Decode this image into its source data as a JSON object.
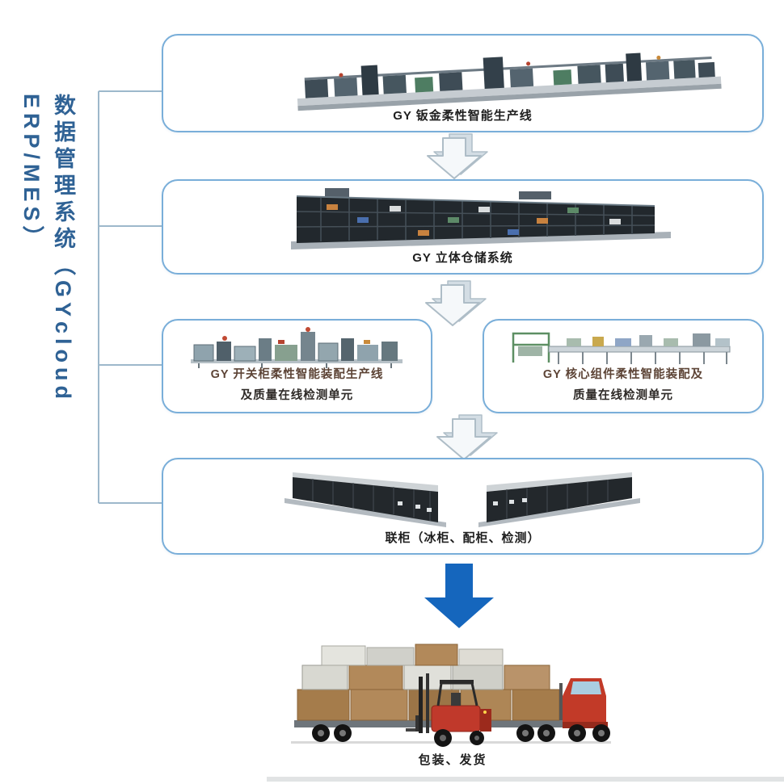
{
  "sidebar": {
    "title": "数据管理系统（GYcloud ERP/MES）"
  },
  "flow": {
    "box1": {
      "label": "GY 钣金柔性智能生产线"
    },
    "box2": {
      "label": "GY 立体仓储系统"
    },
    "box3": {
      "line1": "GY 开关柜柔性智能装配生产线",
      "line2": "及质量在线检测单元"
    },
    "box4": {
      "line1": "GY 核心组件柔性智能装配及",
      "line2": "质量在线检测单元"
    },
    "box5": {
      "label": "联柜（冰柜、配柜、检测）"
    },
    "final": {
      "label": "包装、发货"
    }
  },
  "colors": {
    "box_border": "#79aed9",
    "connector_line": "#9db8cb",
    "solid_arrow_blue": "#1566bd",
    "sidebar_text": "#2f6295",
    "warm_label_text": "#5d4436",
    "truck_red": "#c23a28",
    "cargo_tan": "#b2895a"
  }
}
